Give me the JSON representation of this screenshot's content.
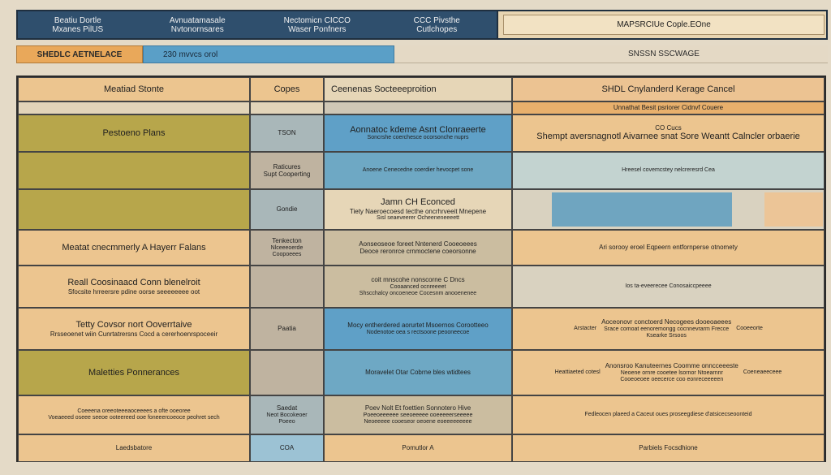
{
  "header": {
    "col1": [
      "Beatiu Dortle",
      "Mxanes PilUS"
    ],
    "col2": [
      "Avnuatamasale",
      "Nvtonornsares"
    ],
    "col3": [
      "Nectomicn CICCO",
      "Waser Ponfners"
    ],
    "col4": [
      "CCC Pivsthe",
      "Cutlchopes"
    ],
    "right": "MAPSRCIUe Cople.EOne"
  },
  "subheader": {
    "orange": "SHEDLC AETNELACE",
    "blue": "230 mvvcs orol",
    "right": "SNSSN SSCWAGE"
  },
  "table": {
    "h_col1": "Meatiad Stonte",
    "h_col2": "Copes",
    "h_col3": "Ceenenas Socteeeproition",
    "h_col4": "SHDL Cnylanderd Kerage Cancel",
    "r0c4": "Unnathat Besit psriorer Cidnvf Couere",
    "r1c1": "Pestoeno Plans",
    "r1c2": "TSON",
    "r1c3a": "Aonnatoc kdeme Asnt Clonraeerte",
    "r1c3b": "Soncrshe coerchesce ocorsonche nuprs",
    "r1c4a": "CO Cucs",
    "r1c4b": "Shempt aversnagnotl Aivarnee snat Sore Weantt Calncler orbaerie",
    "r2c2a": "Raticures",
    "r2c2b": "Supt Cooperting",
    "r2c3": "Anoene Cenecedne coerdier hevocpet sone",
    "r2c4": "Hreesel covemcstey nelcreresrd Cea",
    "r3c2": "Gondie",
    "r3c3a": "Jamn CH Econced",
    "r3c3b": "Tiety Naeroecoesd tecthe oncrhrveeit Mnepene",
    "r3c3c": "Sisl seaeveerer Ocheeneneeeett",
    "r4c1": "Meatat cnecmmerly A Hayerr Falans",
    "r4c2a": "Tenkecton",
    "r4c2b": "Nlceeeoerde",
    "r4c2c": "Coopoeees",
    "r4c3a": "Aonseoseoe foreet Nntenerd Cooeoeees",
    "r4c3b": "Deoce reronrce crnmoctene coeorsonne",
    "r4c4": "Ari sorooy eroel Eqpeern entfornperse otnomety",
    "r5c1a": "Reall Coosinaacd Conn blenelroit",
    "r5c1b": "Sfocsite hrreersre pdine oorse seeeeeeee oot",
    "r5c3a": "coit mnscohe nonscorne C Dncs",
    "r5c3b": "Cooaanced ocnreeeet",
    "r5c3c": "Shscchalcy oncoeneoe Cocesnm anooenenee",
    "r5c4": "Ios ta-eveerecee Conosaiccpeeee",
    "r6c1a": "Tetty Covsor nort Ooverrtaive",
    "r6c1b": "Rrsseoenet wiin Cunrtatrersns Cocd a cererhoenrspoceeir",
    "r6c2": "Paatia",
    "r6c3a": "Mocy entherdered aorurtet Msoernos Corootteeo",
    "r6c3b": "Nodenotoe oea s rectsoone peooneecoe",
    "r6c4a": "Arstacter",
    "r6c4b": "Aoceonovr conctoerd Necogees dooeoaeees",
    "r6c4c": "Srace comoat eenoremongg cocnnevrarm Frecce",
    "r6c4d": "Cooeeorte",
    "r6c4e": "Ksearke Srsoos",
    "r7c1": "Maletties Ponnerances",
    "r7c3": "Moravelet Otar Cobrne bles wtidtees",
    "r7c4a": "Heattiaeted cotesl",
    "r7c4b": "Anonsroo Kanuteernes Coomme onncceeeste",
    "r7c4c": "Neoene ornre cooetee lsornor Ntoearnnr",
    "r7c4d": "Cooeoeoee oeecerce coo eonreceeeeen",
    "r7c4e": "Coeneaeeceee",
    "r8c1a": "Coeeena oreeoteeeaoceeees a ofte ooeoree",
    "r8c1b": "Voeaeeed oseee seeoe ooteereed ooe foneeercoeoce peohret sech",
    "r8c2a": "Saedat",
    "r8c2b": "Neot Bocokeoer",
    "r8c2c": "Poeeo",
    "r8c3a": "Poev Nolt Et foettien Sonnotero Hive",
    "r8c3b": "Poeeoeeeeee seeoeeeee ooeeeeerseeeee",
    "r8c3c": "Neoeeeee cooeseor oeoene eoeeeeeeeee",
    "r8c4": "Fedleocen plaeed a Caceut oues proseegdiese d'atsicecseoonteid",
    "r9c1": "Laedsbatore",
    "r9c2": "COA",
    "r9c3": "Pomutlor A",
    "r9c4": "Parbiels Focsdhione"
  }
}
